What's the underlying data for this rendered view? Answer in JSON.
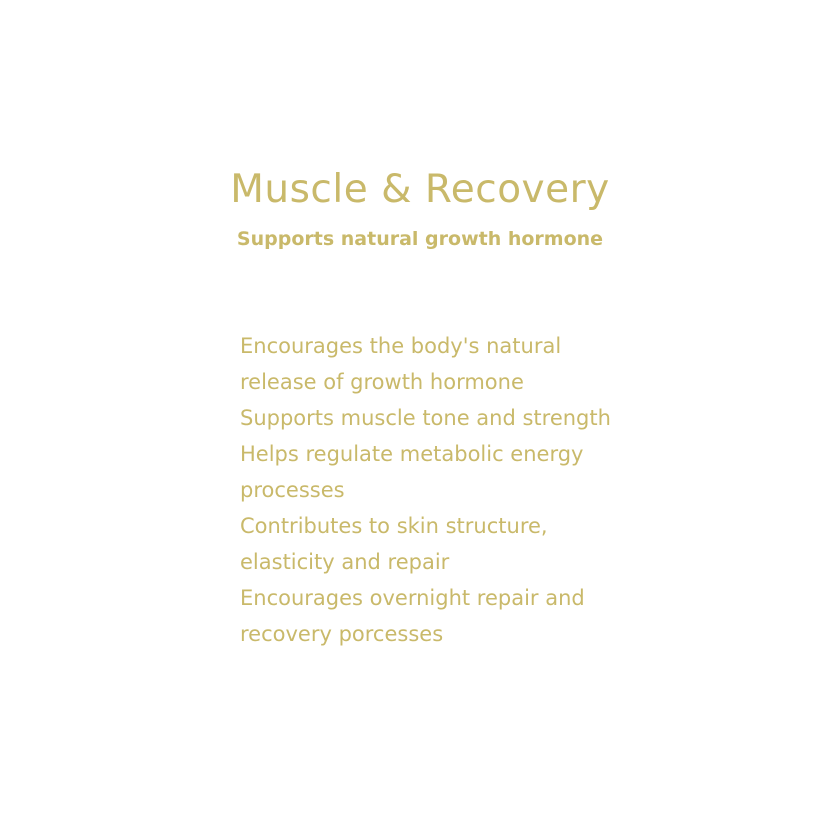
{
  "header": {
    "title": "Muscle & Recovery",
    "subtitle": "Supports natural growth hormone"
  },
  "benefits": [
    "Encourages the body's natural release of growth hormone",
    "Supports muscle tone and strength",
    "Helps regulate metabolic energy processes",
    "Contributes to skin structure, elasticity and repair",
    "Encourages overnight repair and recovery porcesses"
  ],
  "colors": {
    "text": "#fffbe6",
    "background": "#ffffff"
  }
}
